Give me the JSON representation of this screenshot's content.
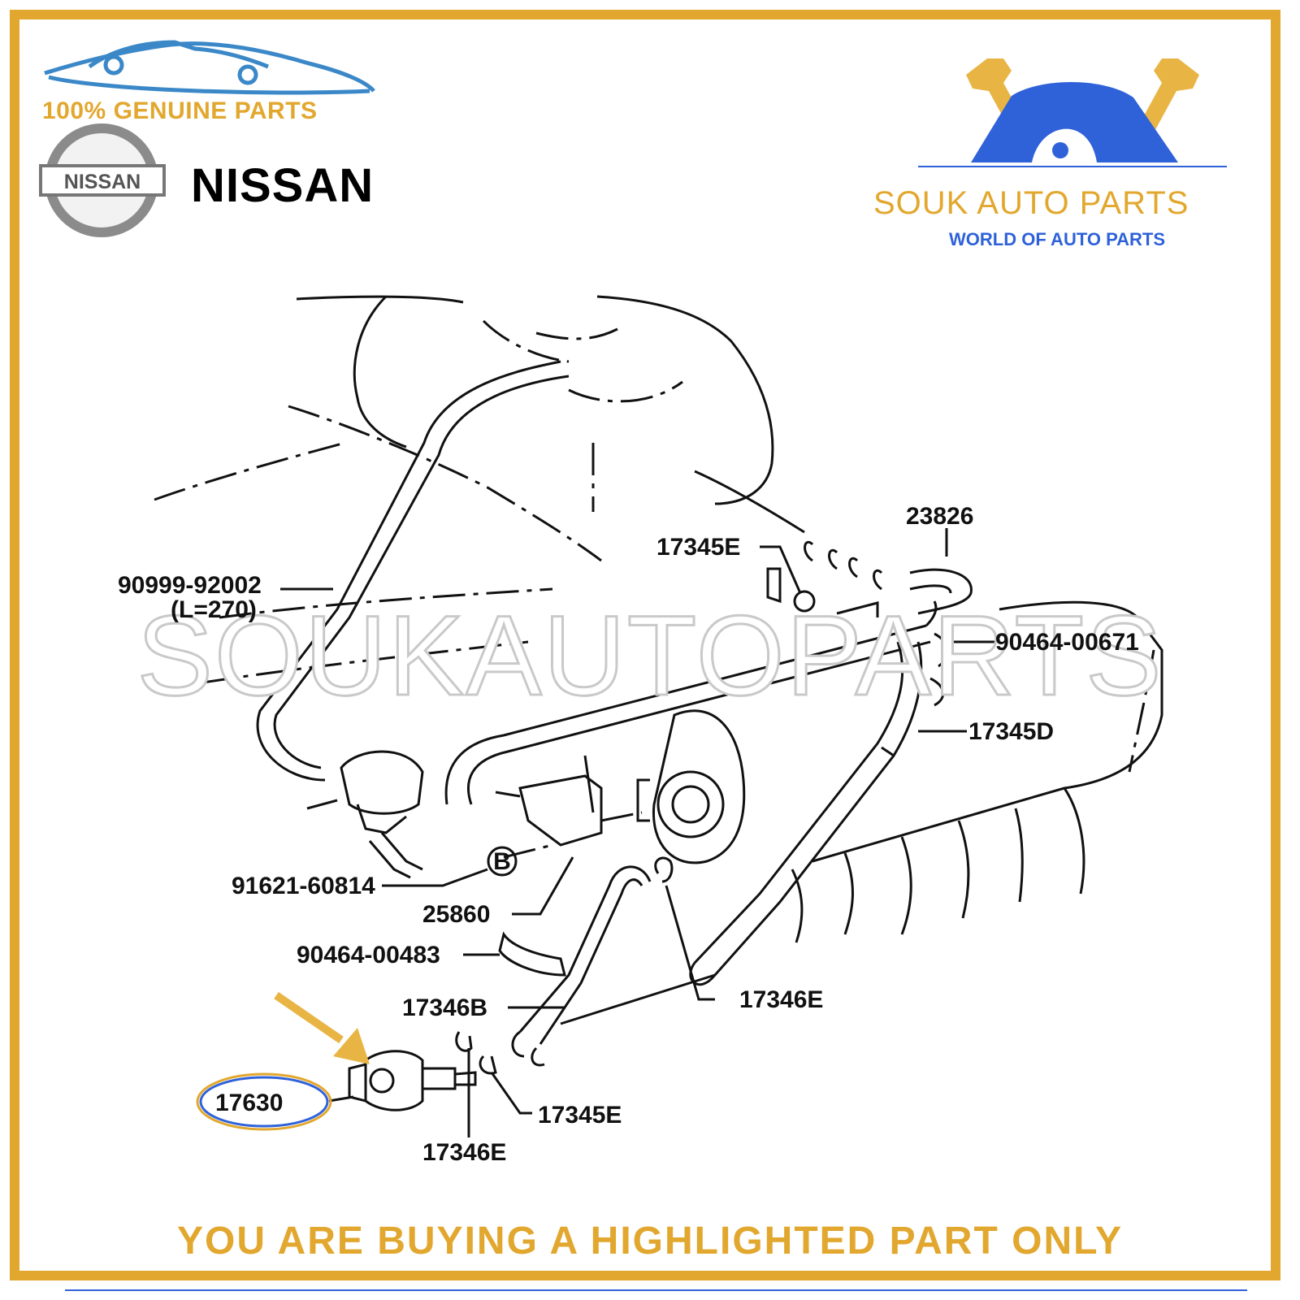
{
  "header": {
    "genuine_text": "100% GENUINE PARTS",
    "brand_logo_text": "NISSAN",
    "brand_name": "NISSAN"
  },
  "seller": {
    "name": "SOUK AUTO PARTS",
    "tagline": "WORLD OF AUTO PARTS"
  },
  "diagram": {
    "watermark": "SOUKAUTOPARTS",
    "labels": {
      "p23826": "23826",
      "p17345E_top": "17345E",
      "p90999": "90999-92002",
      "p90999_len": "(L=270)",
      "p90464_00671": "90464-00671",
      "p17345D": "17345D",
      "p91621": "91621-60814",
      "circle_b": "B",
      "p25860": "25860",
      "p90464_00483": "90464-00483",
      "p17346E_right": "17346E",
      "p17346B": "17346B",
      "p17630": "17630",
      "p17345E_bottom": "17345E",
      "p17346E_bottom": "17346E"
    },
    "highlighted_part": "17630"
  },
  "footer": {
    "note": "YOU ARE BUYING A HIGHLIGHTED PART ONLY"
  },
  "colors": {
    "gold": "#E2A72E",
    "blue": "#2F62D9"
  }
}
